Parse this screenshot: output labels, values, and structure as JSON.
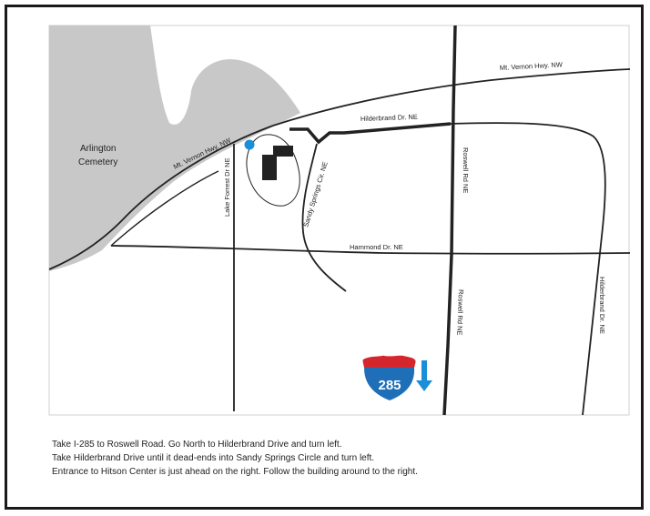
{
  "map": {
    "labels": {
      "arlington": "Arlington",
      "cemetery": "Cemetery",
      "mt_vernon_upper": "Mt. Vernon Hwy. NW",
      "mt_vernon_lower": "Mt. Vernon Hwy. NW",
      "hilderbrand_top": "Hilderbrand Dr. NE",
      "sandy_springs": "Sandy Springs Cir. NE",
      "lake_forrest": "Lake Forrest Dr NE",
      "roswell_upper": "Roswell Rd NE",
      "roswell_lower": "Roswell Rd NE",
      "hammond": "Hammond Dr. NE",
      "hilderbrand_right": "Hilderbrand Dr. NE",
      "interstate": "285"
    },
    "colors": {
      "cemetery": "#c8c8c8",
      "road": "#222222",
      "marker": "#1a8fd8",
      "shield_blue": "#1f6fb8",
      "shield_red": "#d6262d",
      "arrow": "#1a8fd8"
    }
  },
  "directions": [
    "Take I-285 to Roswell Road. Go North to Hilderbrand Drive and turn left.",
    "Take Hilderbrand Drive until it dead-ends into Sandy Springs Circle and turn left.",
    "Entrance to Hitson Center is just ahead on the right.  Follow the building around to the right."
  ]
}
